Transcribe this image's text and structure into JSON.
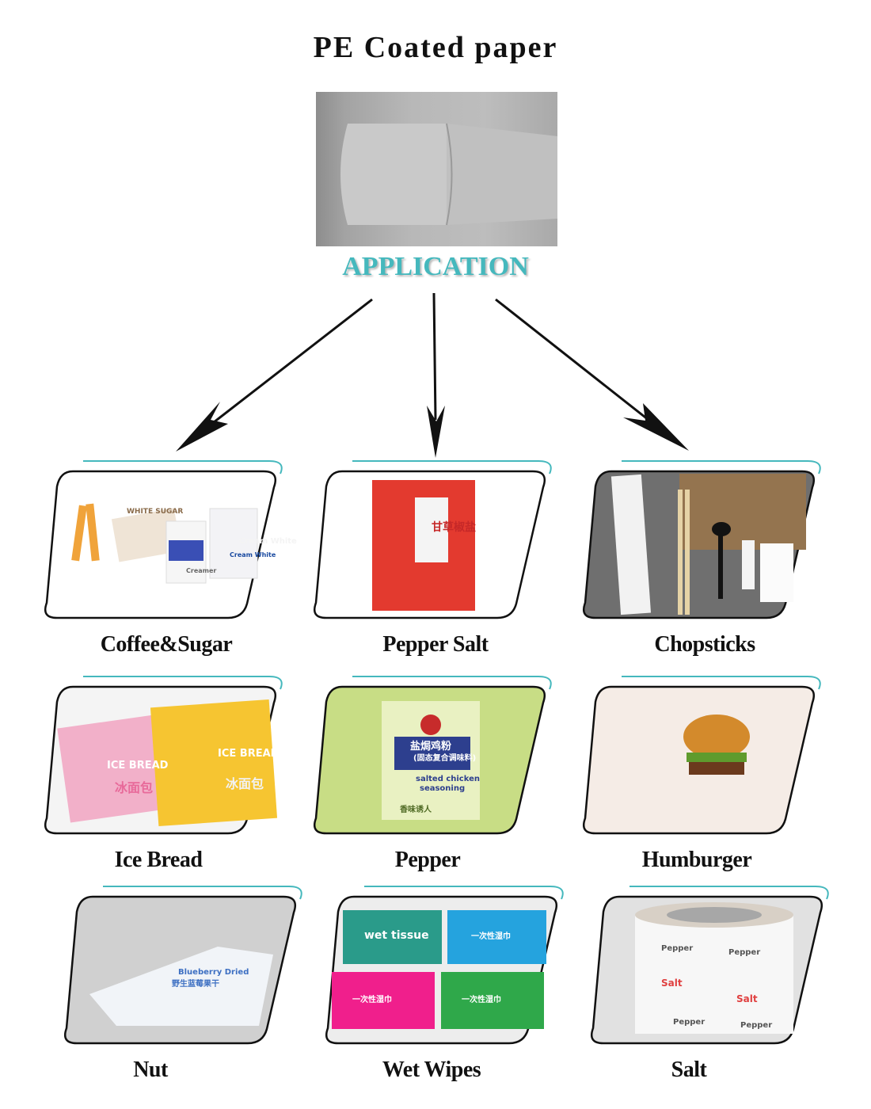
{
  "title": "PE Coated paper",
  "heading": "APPLICATION",
  "colors": {
    "accent": "#45b8bd",
    "text": "#111111",
    "arrow": "#111111"
  },
  "applications": [
    {
      "label": "Coffee&Sugar",
      "photo_text": [
        "WHITE SUGAR",
        "Cream White",
        "Creamer",
        "Cream White"
      ]
    },
    {
      "label": "Pepper Salt",
      "photo_text": [
        "甘草椒盐"
      ]
    },
    {
      "label": "Chopsticks",
      "photo_text": []
    },
    {
      "label": "Ice Bread",
      "photo_text": [
        "ICE BREAD",
        "冰面包",
        "ICE BREAD",
        "冰面包"
      ]
    },
    {
      "label": "Pepper",
      "photo_text": [
        "盐焗鸡粉",
        "(固态复合调味料)",
        "salted chicken",
        "seasoning",
        "香味诱人"
      ]
    },
    {
      "label": "Humburger",
      "photo_text": []
    },
    {
      "label": "Nut",
      "photo_text": [
        "Blueberry Dried",
        "野生蓝莓果干"
      ]
    },
    {
      "label": "Wet Wipes",
      "photo_text": [
        "wet tissue",
        "一次性湿巾",
        "一次性湿巾",
        "一次性湿巾"
      ]
    },
    {
      "label": "Salt",
      "photo_text": [
        "Pepper",
        "Pepper",
        "Salt",
        "Salt",
        "Pepper",
        "Pepper"
      ]
    }
  ]
}
